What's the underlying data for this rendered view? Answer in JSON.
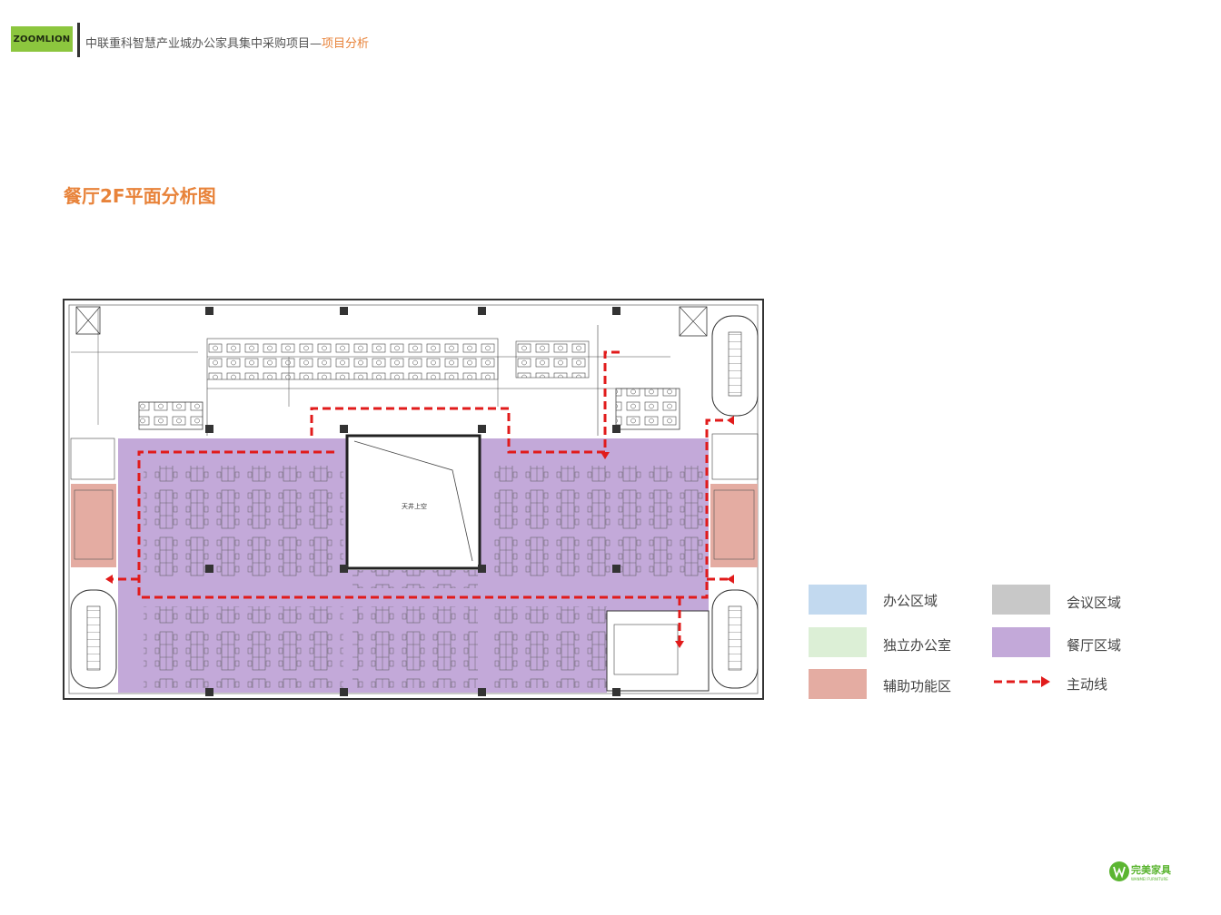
{
  "header": {
    "logo_text": "ZOOMLION",
    "title_main": "中联重科智慧产业城办公家具集中采购项目—",
    "title_accent": "项目分析"
  },
  "section_title": "餐厅2F平面分析图",
  "legend": {
    "office": {
      "label": "办公区域",
      "color": "#c2d9ef"
    },
    "meeting": {
      "label": "会议区域",
      "color": "#c8c8c8"
    },
    "private_office": {
      "label": "独立办公室",
      "color": "#dcefd6"
    },
    "dining": {
      "label": "餐厅区域",
      "color": "#c3a9d9"
    },
    "auxiliary": {
      "label": "辅助功能区",
      "color": "#e4aca2"
    },
    "main_route": {
      "label": "主动线",
      "color": "#e11b1b"
    }
  },
  "plan": {
    "atrium_label": "天井上空",
    "dining_color": "#c3a9d9",
    "auxiliary_color": "#e4aca2",
    "route_color": "#e11b1b"
  },
  "footer": {
    "brand_text": "完美家具",
    "brand_sub": "WANMEI FURNITURE",
    "brand_color": "#5bb531"
  }
}
